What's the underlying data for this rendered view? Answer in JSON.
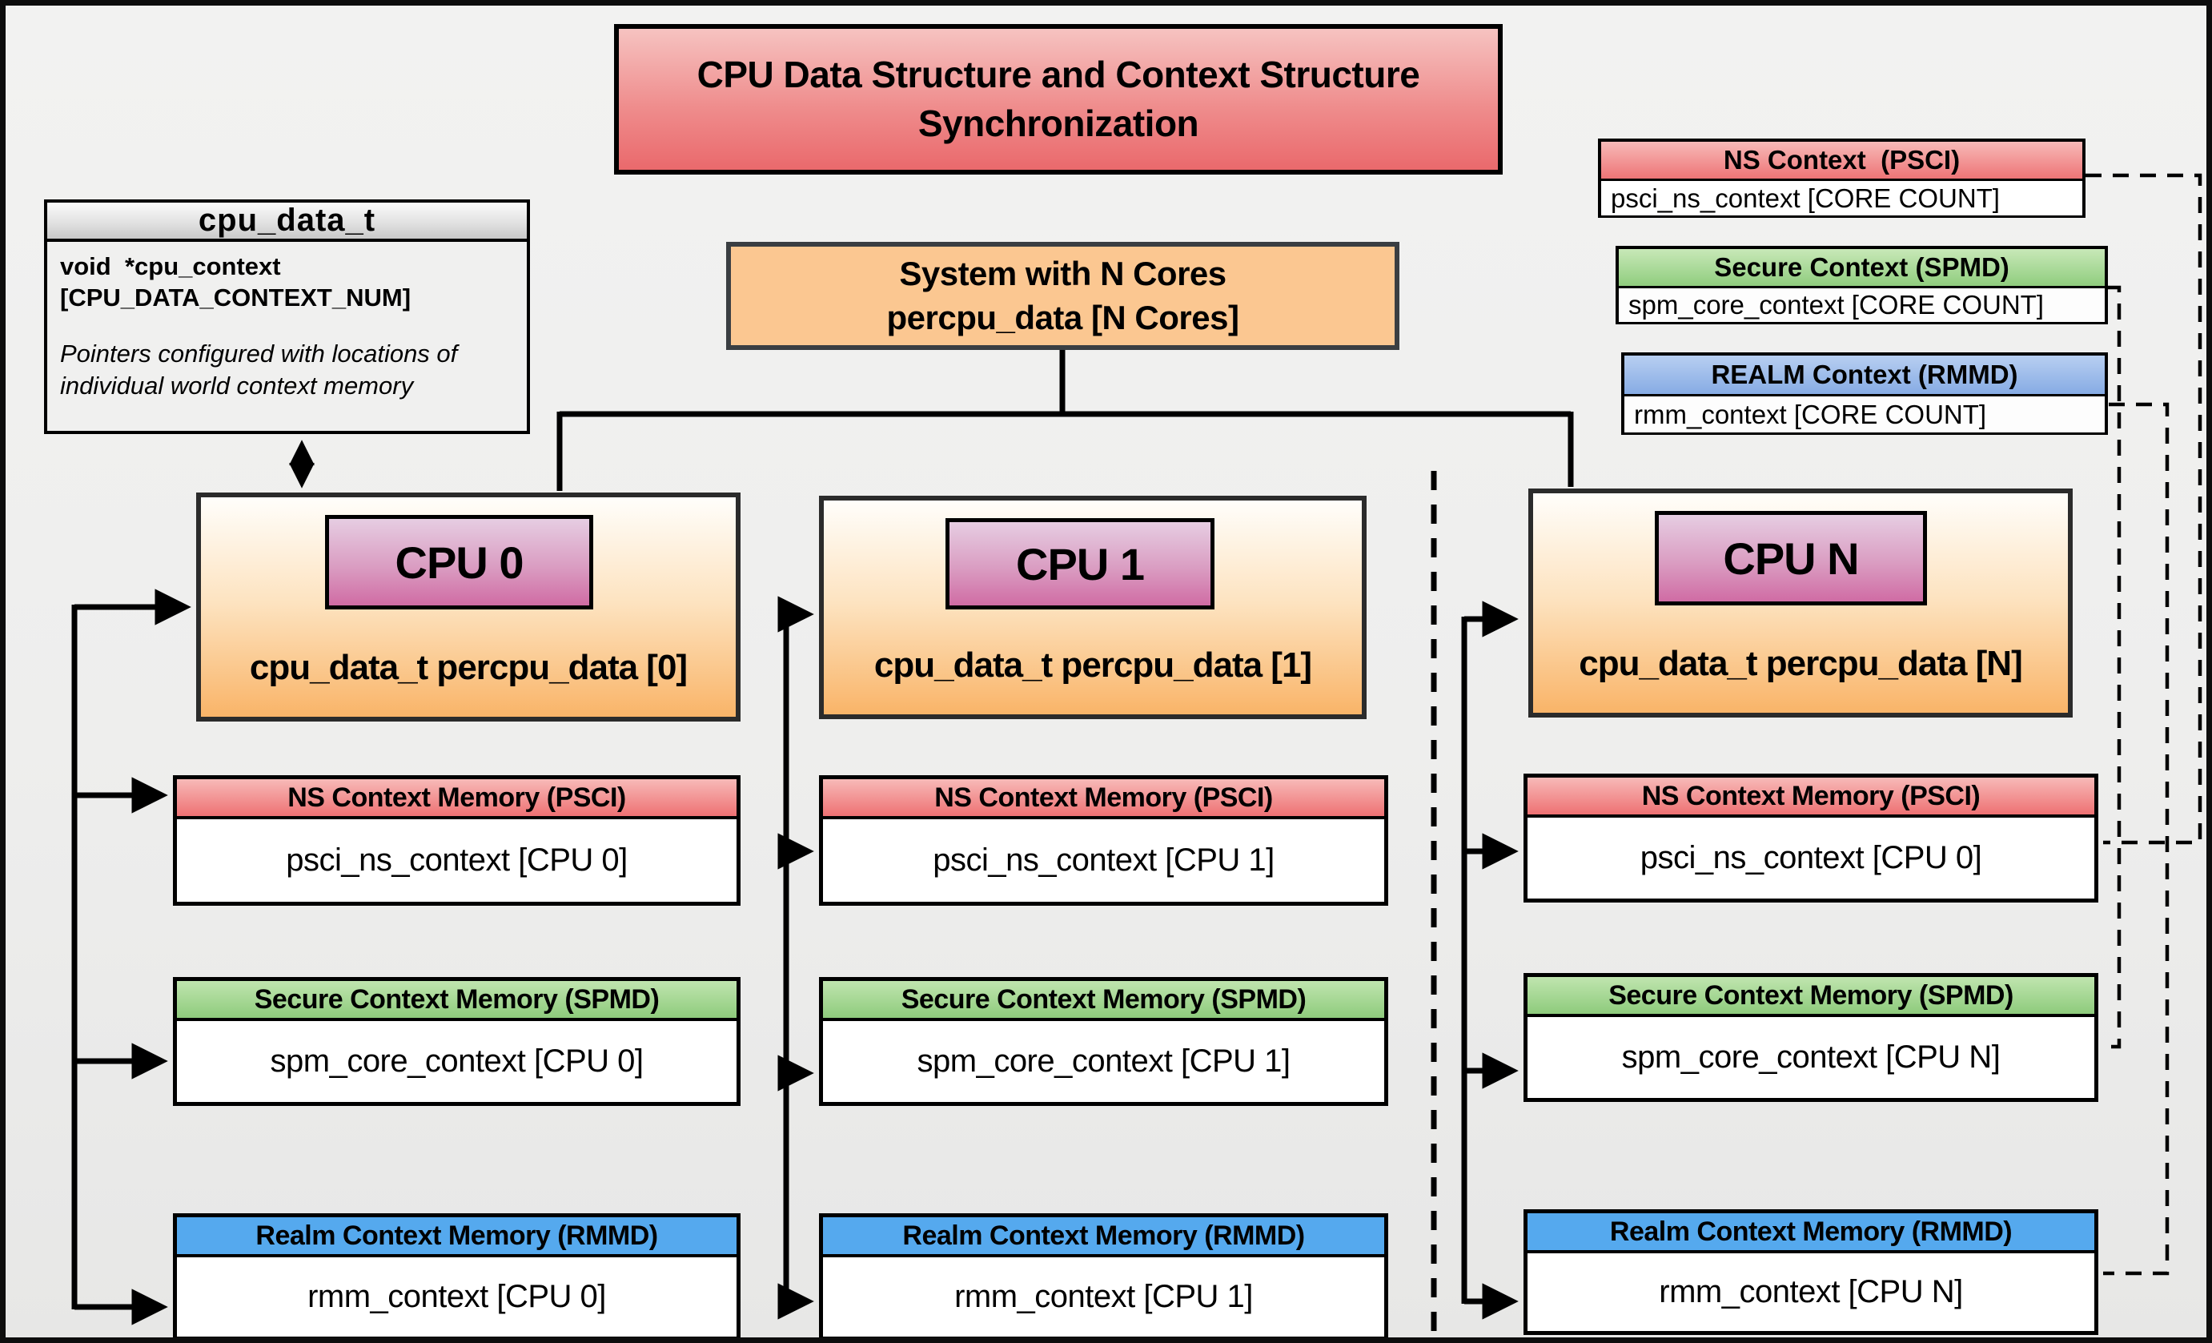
{
  "title": {
    "line1": "CPU Data Structure and Context Structure",
    "line2": "Synchronization"
  },
  "cpu_data_struct": {
    "header": "cpu_data_t",
    "field_line1": "void  *cpu_context",
    "field_line2": "[CPU_DATA_CONTEXT_NUM]",
    "note": "Pointers configured with locations of individual world context memory"
  },
  "system_box": {
    "line1": "System with N Cores",
    "line2": "percpu_data [N Cores]"
  },
  "legend": {
    "ns": {
      "header": "NS Context  (PSCI)",
      "body": "psci_ns_context [CORE COUNT]"
    },
    "secure": {
      "header": "Secure Context (SPMD)",
      "body": "spm_core_context [CORE COUNT]"
    },
    "realm": {
      "header": "REALM Context (RMMD)",
      "body": "rmm_context [CORE COUNT]"
    }
  },
  "cpus": [
    {
      "label": "CPU 0",
      "data_text": "cpu_data_t percpu_data [0]",
      "ns_header": "NS Context Memory (PSCI)",
      "ns_body": "psci_ns_context [CPU 0]",
      "secure_header": "Secure Context Memory (SPMD)",
      "secure_body": "spm_core_context [CPU 0]",
      "realm_header": "Realm Context Memory (RMMD)",
      "realm_body": "rmm_context [CPU 0]"
    },
    {
      "label": "CPU 1",
      "data_text": "cpu_data_t percpu_data [1]",
      "ns_header": "NS Context Memory (PSCI)",
      "ns_body": "psci_ns_context [CPU 1]",
      "secure_header": "Secure Context Memory (SPMD)",
      "secure_body": "spm_core_context [CPU 1]",
      "realm_header": "Realm Context Memory (RMMD)",
      "realm_body": "rmm_context [CPU 1]"
    },
    {
      "label": "CPU N",
      "data_text": "cpu_data_t percpu_data [N]",
      "ns_header": "NS Context Memory (PSCI)",
      "ns_body": "psci_ns_context [CPU 0]",
      "secure_header": "Secure Context Memory (SPMD)",
      "secure_body": "spm_core_context [CPU N]",
      "realm_header": "Realm Context Memory (RMMD)",
      "realm_body": "rmm_context [CPU N]"
    }
  ],
  "colors": {
    "ns_accent": "#ee7173",
    "secure_accent": "#8ecb7c",
    "realm_memory_accent": "#55a9ee",
    "realm_legend_accent": "#86abe4",
    "cpu_box_fill": "#f9b468",
    "cpu_label_fill": "#d06ca4",
    "system_fill": "#fbc791",
    "title_fill": "#ea696c",
    "line_color": "#000000"
  }
}
